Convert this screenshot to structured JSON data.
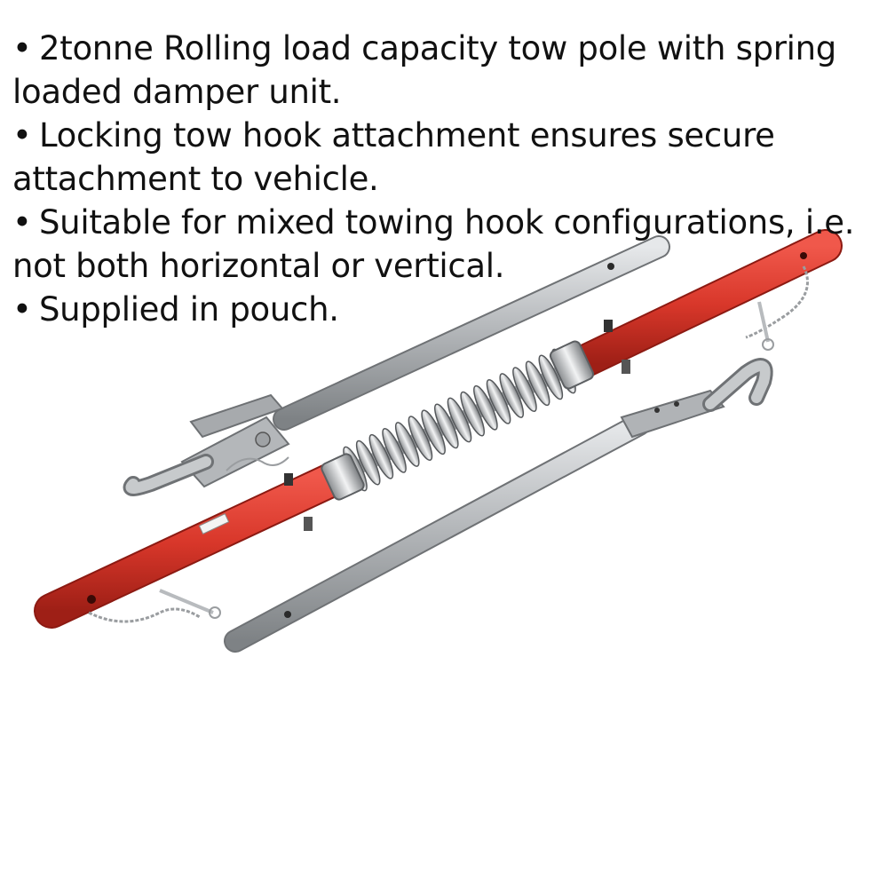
{
  "product": {
    "features": [
      "2tonne Rolling load capacity tow pole with spring loaded damper unit.",
      "Locking tow hook attachment ensures secure attachment to vehicle.",
      "Suitable for mixed towing hook configurations, i.e. not both horizontal or vertical.",
      "Supplied in pouch."
    ],
    "bullet_glyph": "•"
  },
  "colors": {
    "text": "#111111",
    "red_pole": "#d8372a",
    "galvanised": "#b7babd",
    "spring": "#c9cccf",
    "background": "#ffffff"
  }
}
